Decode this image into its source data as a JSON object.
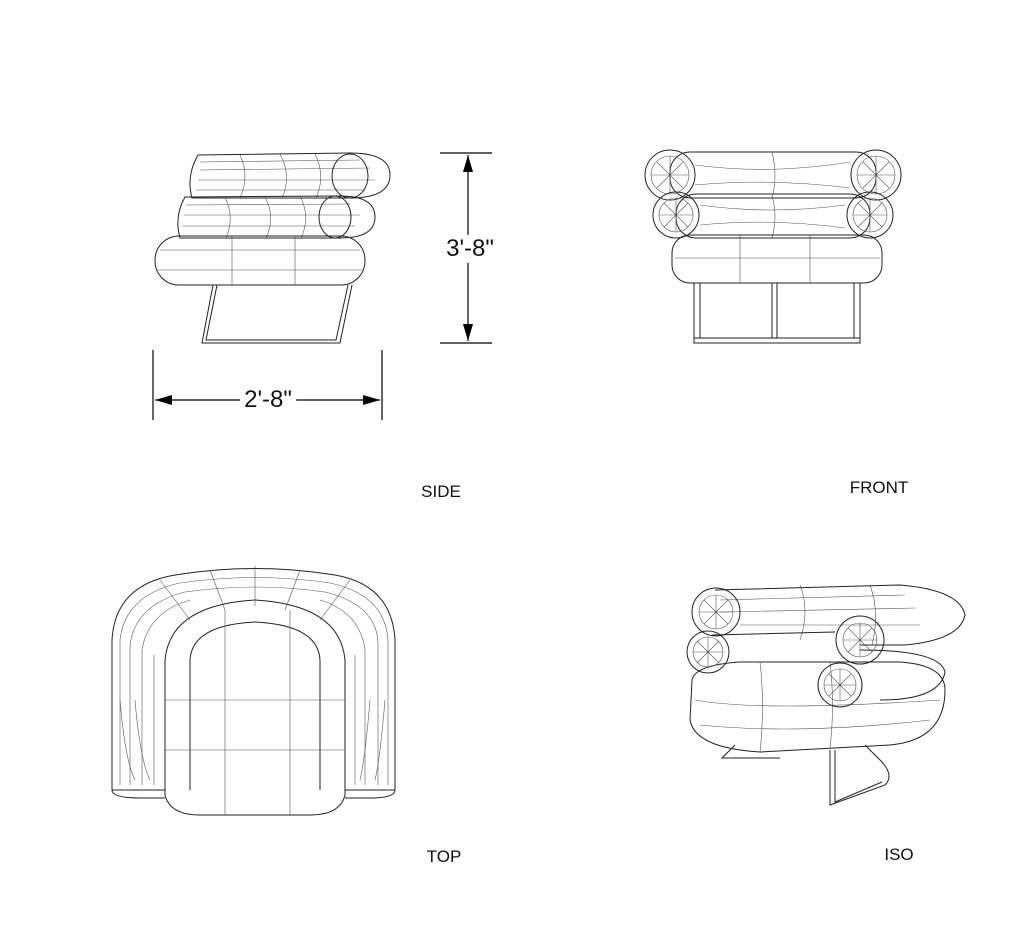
{
  "views": {
    "side": {
      "label": "SIDE"
    },
    "front": {
      "label": "FRONT"
    },
    "top": {
      "label": "TOP"
    },
    "iso": {
      "label": "ISO"
    }
  },
  "dimensions": {
    "height": "3'-8\"",
    "width": "2'-8\""
  }
}
